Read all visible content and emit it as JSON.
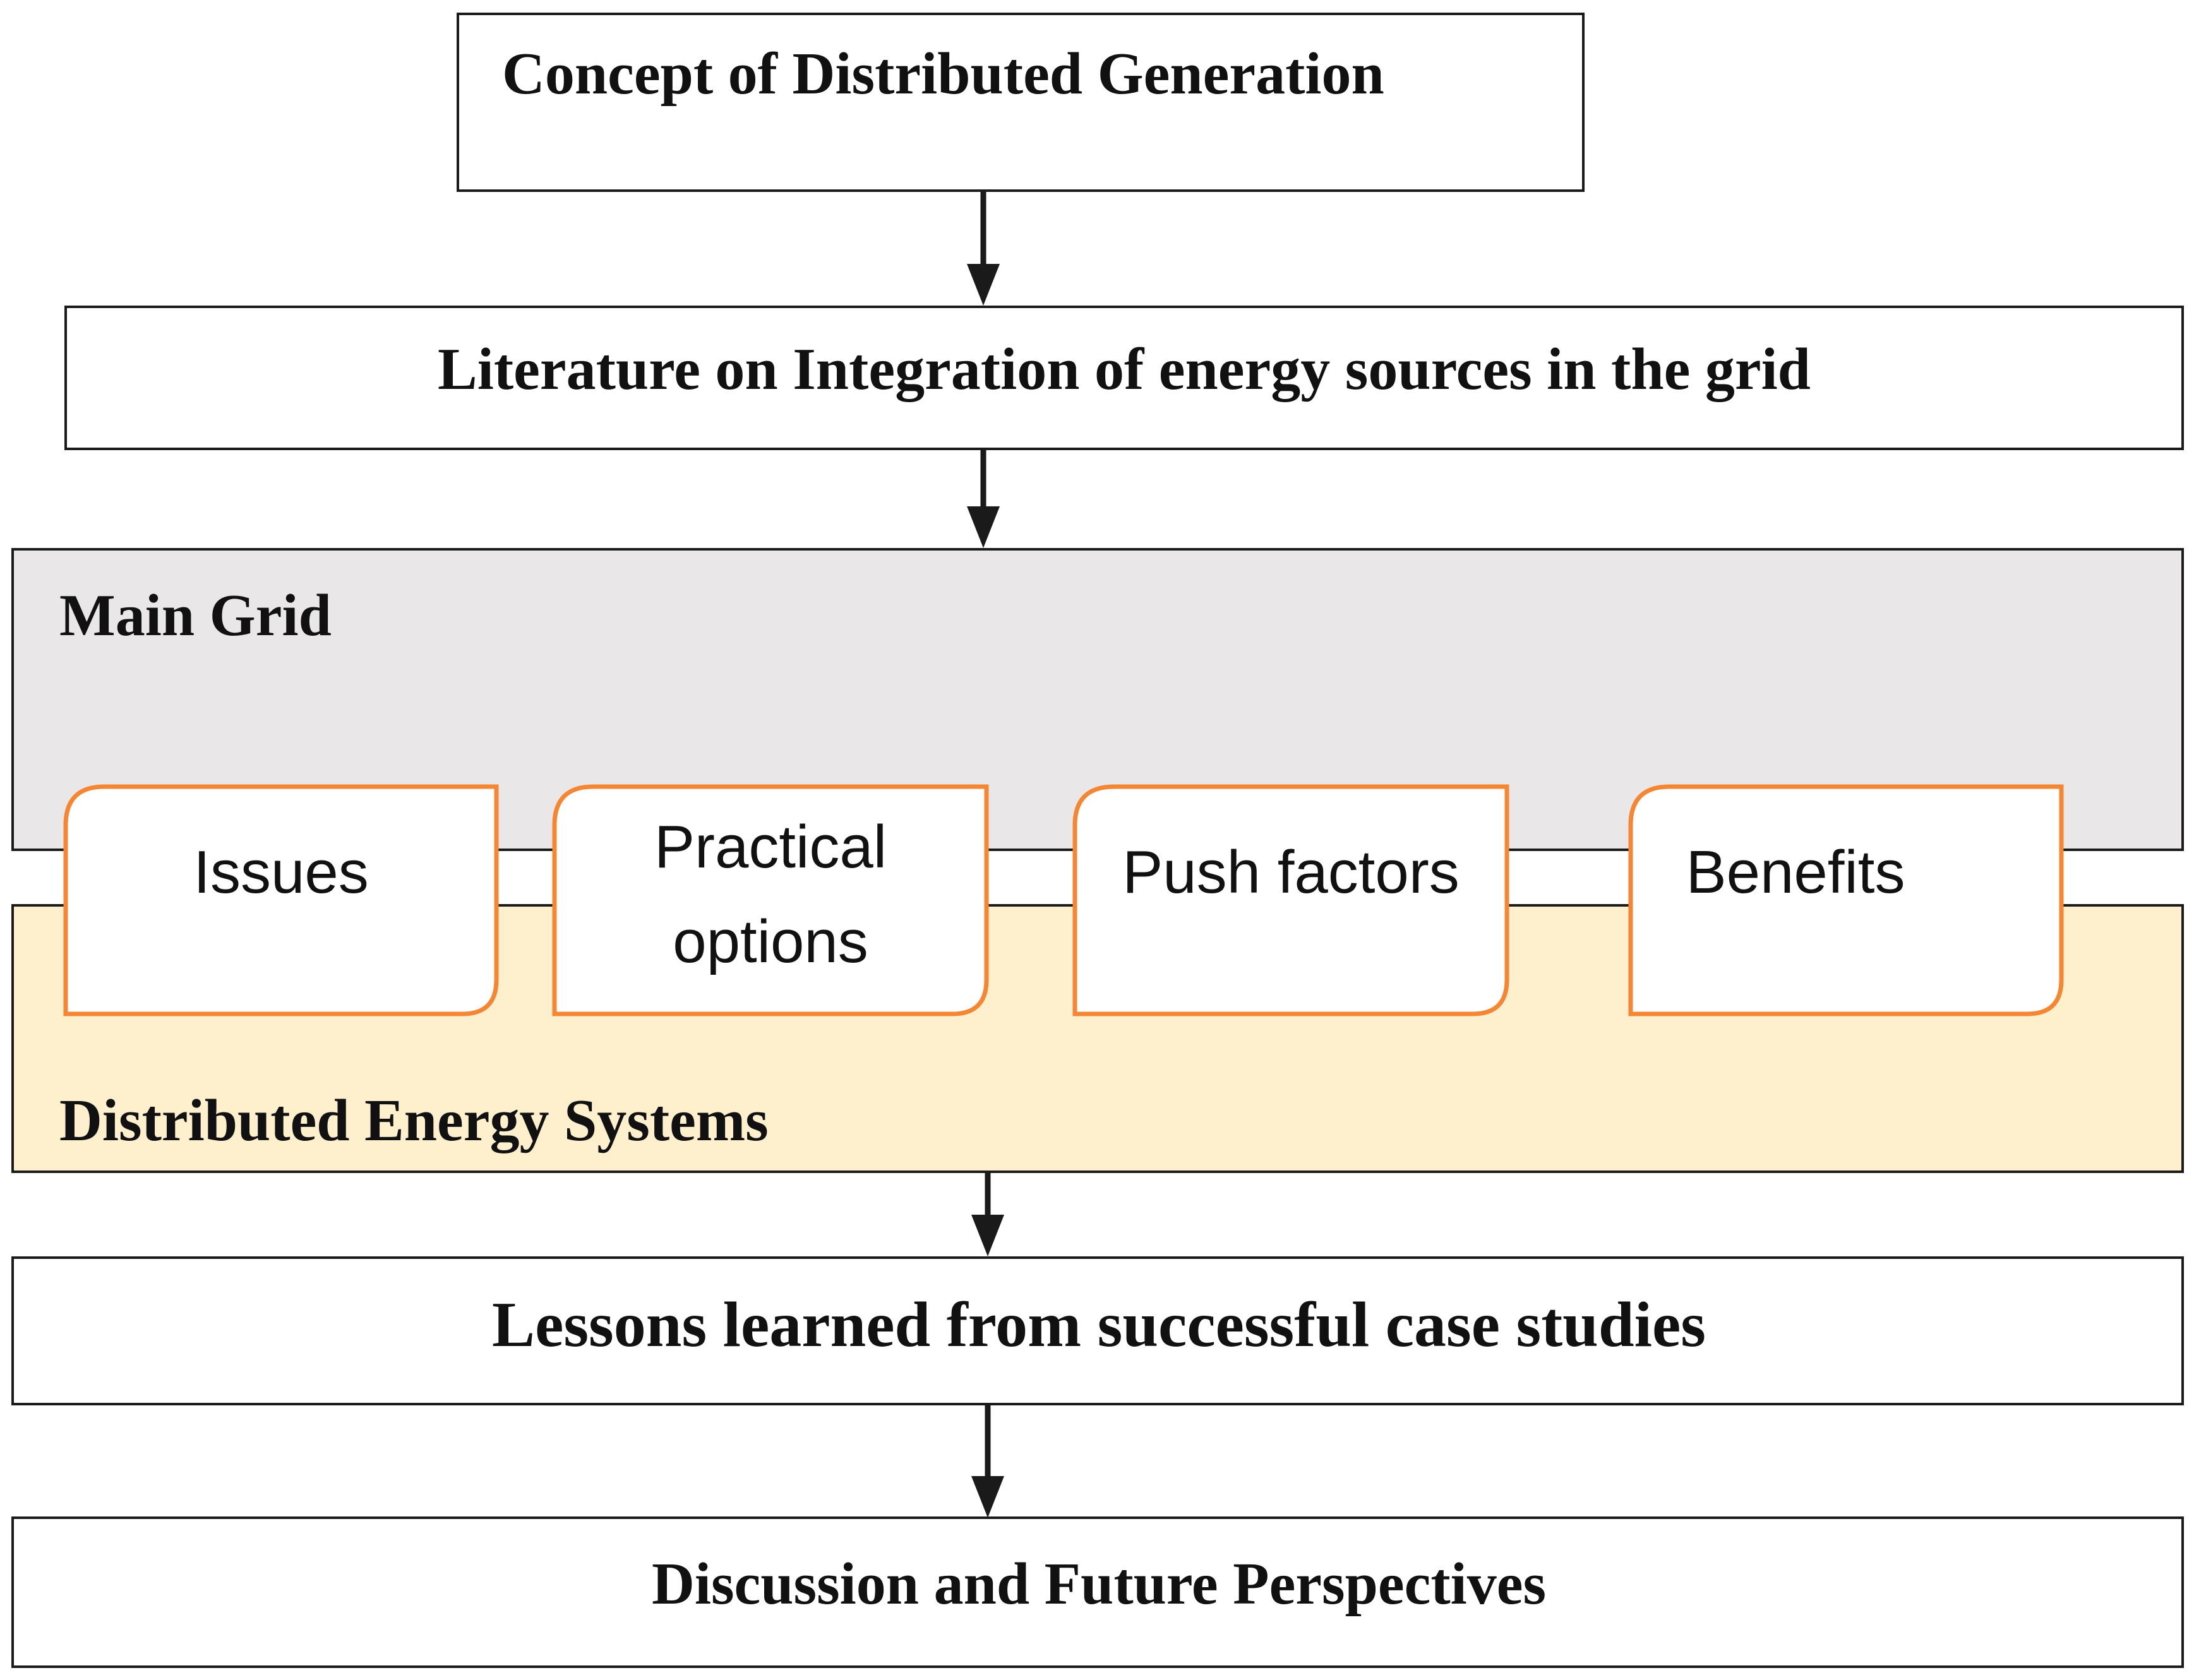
{
  "steps": {
    "concept": "Concept of Distributed Generation",
    "literature": "Literature on Integration of energy sources in the grid",
    "lessons": "Lessons learned from successful case studies",
    "discussion": "Discussion and Future Perspectives"
  },
  "layers": {
    "main_grid": "Main Grid",
    "distributed": "Distributed Energy Systems"
  },
  "topics": [
    {
      "line1": "Issues",
      "line2": ""
    },
    {
      "line1": "Practical",
      "line2": "options"
    },
    {
      "line1": "Push factors",
      "line2": ""
    },
    {
      "line1": "Benefits",
      "line2": ""
    }
  ],
  "colors": {
    "main_grid_fill": "#e9e7e8",
    "distributed_fill": "#fff0cd",
    "topic_border": "#f58634",
    "stroke": "#1a1a1a"
  }
}
